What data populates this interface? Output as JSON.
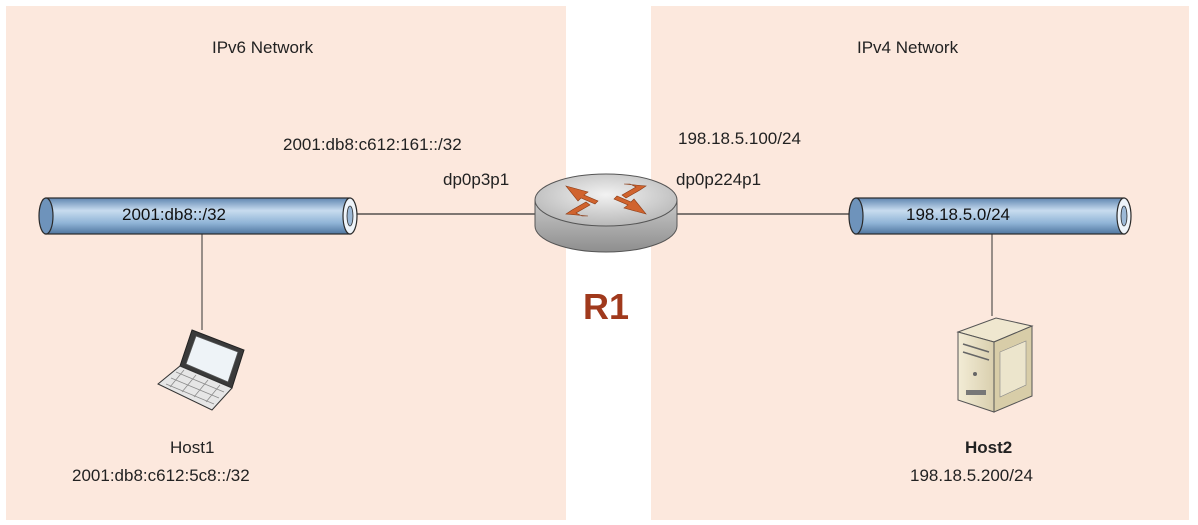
{
  "ipv6_network": {
    "title": "IPv6 Network",
    "pipe_label": "2001:db8::/32",
    "iface_addr": "2001:db8:c612:161::/32",
    "iface_name": "dp0p3p1",
    "host_name": "Host1",
    "host_addr": "2001:db8:c612:5c8::/32"
  },
  "ipv4_network": {
    "title": "IPv4 Network",
    "pipe_label": "198.18.5.0/24",
    "iface_addr": "198.18.5.100/24",
    "iface_name": "dp0p224p1",
    "host_name": "Host2",
    "host_addr": "198.18.5.200/24"
  },
  "router": {
    "label": "R1"
  },
  "colors": {
    "zone_bg": "#fce8dd",
    "pipe_fill": "#8fb3d6",
    "router_arrows": "#d0632e",
    "router_label": "#a0391c"
  }
}
